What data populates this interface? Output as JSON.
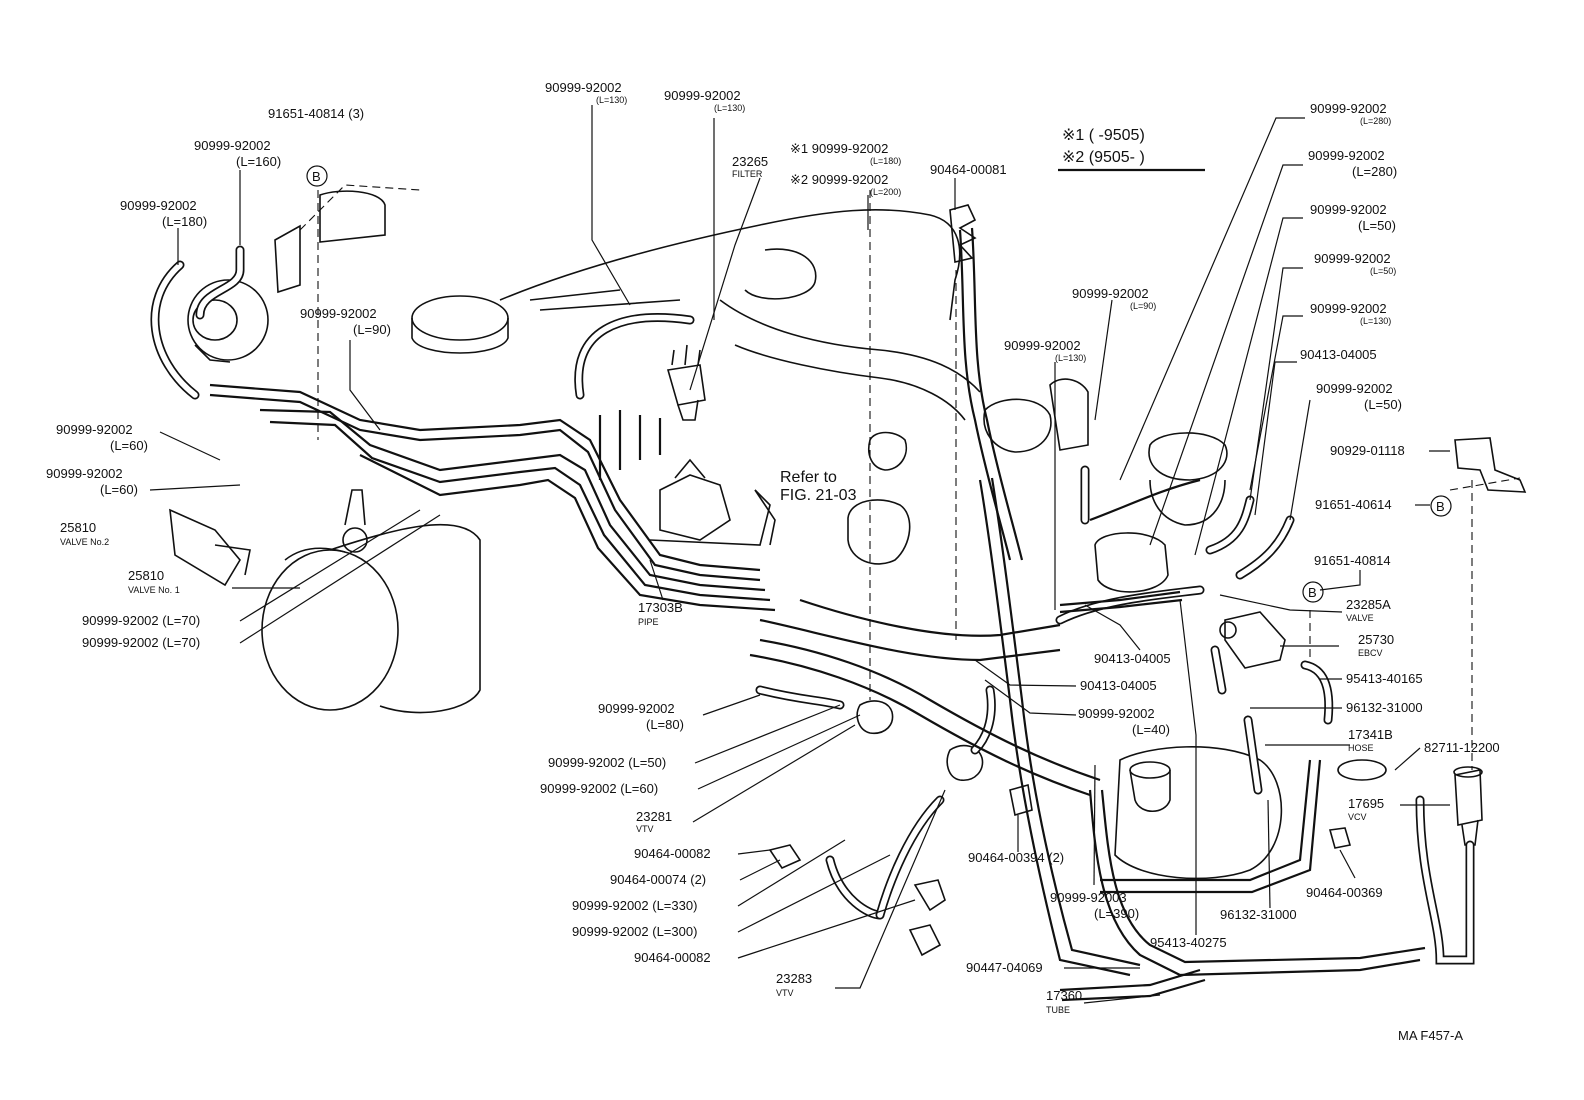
{
  "diagram": {
    "figure_code": "MA F457-A",
    "notes": {
      "n1": "※1 (       -9505)",
      "n2": "※2 (9505-        )"
    },
    "refer": {
      "line1": "Refer to",
      "line2": "FIG. 21-03"
    },
    "callouts": {
      "c01": {
        "main": "91651-40814 (3)",
        "sub": ""
      },
      "c02": {
        "main": "90999-92002",
        "sub": "(L=160)"
      },
      "c03": {
        "main": "90999-92002",
        "sub": "(L=180)"
      },
      "c04": {
        "main": "90999-92002",
        "sub": "(L=130)"
      },
      "c05": {
        "main": "90999-92002",
        "sub": "(L=130)"
      },
      "c06": {
        "main": "23265",
        "sub": "FILTER"
      },
      "c07": {
        "main": "※1 90999-92002",
        "sub": "(L=180)"
      },
      "c08": {
        "main": "※2 90999-92002",
        "sub": "(L=200)"
      },
      "c09": {
        "main": "90464-00081",
        "sub": ""
      },
      "c10": {
        "main": "90999-92002",
        "sub": "(L=90)"
      },
      "c11": {
        "main": "90999-92002",
        "sub": "(L=60)"
      },
      "c12": {
        "main": "90999-92002",
        "sub": "(L=60)"
      },
      "c13": {
        "main": "25810",
        "sub": "VALVE No.2"
      },
      "c14": {
        "main": "25810",
        "sub": "VALVE No. 1"
      },
      "c15": {
        "main": "90999-92002 (L=70)",
        "sub": ""
      },
      "c16": {
        "main": "90999-92002 (L=70)",
        "sub": ""
      },
      "c17": {
        "main": "17303B",
        "sub": "PIPE"
      },
      "c18": {
        "main": "90999-92002",
        "sub": "(L=80)"
      },
      "c19": {
        "main": "90999-92002 (L=50)",
        "sub": ""
      },
      "c20": {
        "main": "90999-92002 (L=60)",
        "sub": ""
      },
      "c21": {
        "main": "23281",
        "sub": "VTV"
      },
      "c22": {
        "main": "90464-00082",
        "sub": ""
      },
      "c23": {
        "main": "90464-00074 (2)",
        "sub": ""
      },
      "c24": {
        "main": "90999-92002 (L=330)",
        "sub": ""
      },
      "c25": {
        "main": "90999-92002 (L=300)",
        "sub": ""
      },
      "c26": {
        "main": "90464-00082",
        "sub": ""
      },
      "c27": {
        "main": "23283",
        "sub": "VTV"
      },
      "c28": {
        "main": "90999-92002",
        "sub": "(L=280)"
      },
      "c29": {
        "main": "90999-92002",
        "sub": "(L=280)"
      },
      "c30": {
        "main": "90999-92002",
        "sub": "(L=50)"
      },
      "c31": {
        "main": "90999-92002",
        "sub": "(L=50)"
      },
      "c32": {
        "main": "90999-92002",
        "sub": "(L=90)"
      },
      "c33": {
        "main": "90999-92002",
        "sub": "(L=130)"
      },
      "c34": {
        "main": "90999-92002",
        "sub": "(L=130)"
      },
      "c35": {
        "main": "90413-04005",
        "sub": ""
      },
      "c36": {
        "main": "90999-92002",
        "sub": "(L=50)"
      },
      "c37": {
        "main": "90929-01118",
        "sub": ""
      },
      "c38": {
        "main": "91651-40614",
        "sub": ""
      },
      "c39": {
        "main": "91651-40814",
        "sub": ""
      },
      "c40": {
        "main": "23285A",
        "sub": "VALVE"
      },
      "c41": {
        "main": "90413-04005",
        "sub": ""
      },
      "c42": {
        "main": "25730",
        "sub": "EBCV"
      },
      "c43": {
        "main": "90413-04005",
        "sub": ""
      },
      "c44": {
        "main": "95413-40165",
        "sub": ""
      },
      "c45": {
        "main": "90999-92002",
        "sub": "(L=40)"
      },
      "c46": {
        "main": "96132-31000",
        "sub": ""
      },
      "c47": {
        "main": "17341B",
        "sub": "HOSE"
      },
      "c48": {
        "main": "82711-12200",
        "sub": ""
      },
      "c49": {
        "main": "17695",
        "sub": "VCV"
      },
      "c50": {
        "main": "90464-00394 (2)",
        "sub": ""
      },
      "c51": {
        "main": "90999-92003",
        "sub": "(L=390)"
      },
      "c52": {
        "main": "96132-31000",
        "sub": ""
      },
      "c53": {
        "main": "90464-00369",
        "sub": ""
      },
      "c54": {
        "main": "95413-40275",
        "sub": ""
      },
      "c55": {
        "main": "90447-04069",
        "sub": ""
      },
      "c56": {
        "main": "17360",
        "sub": "TUBE"
      }
    }
  }
}
